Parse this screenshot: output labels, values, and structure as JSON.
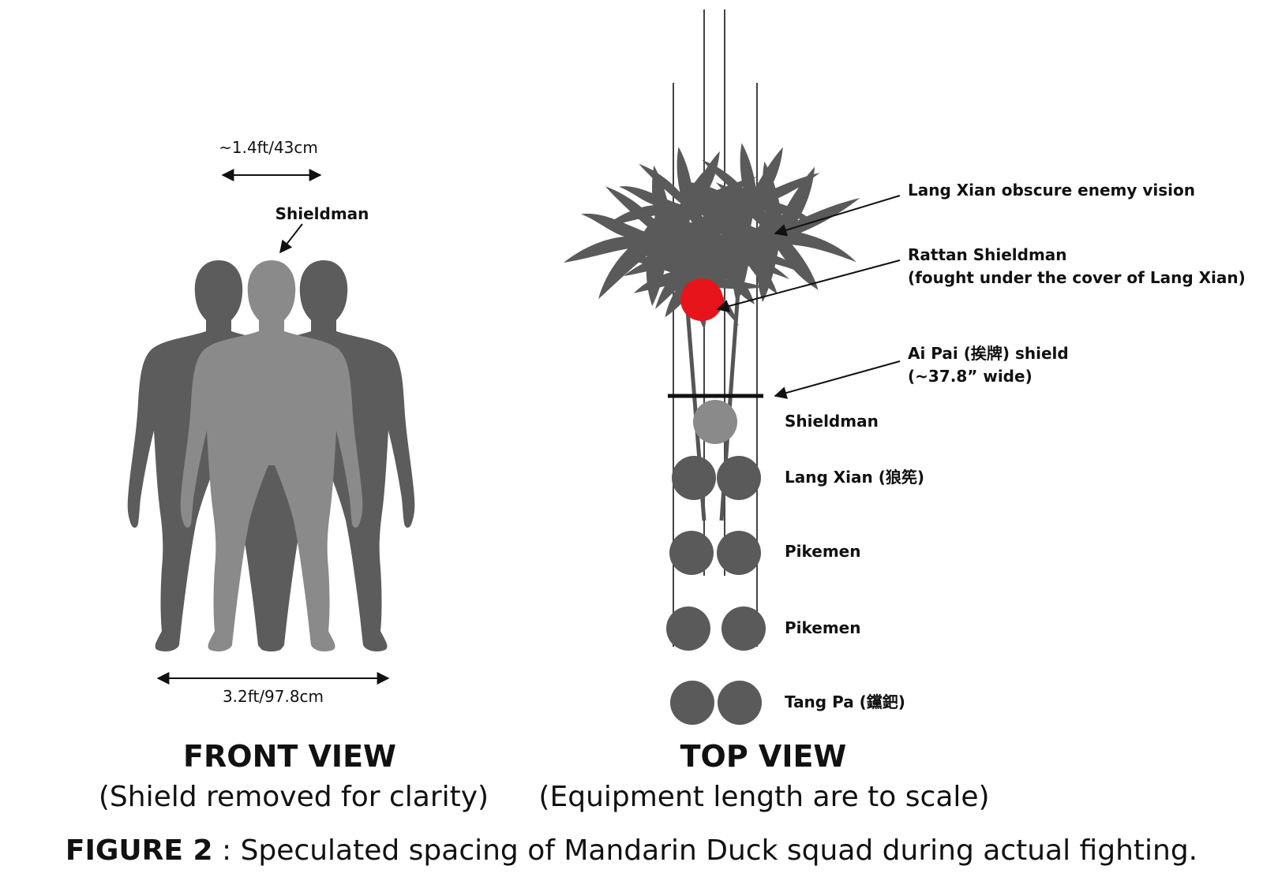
{
  "front_view": {
    "width_top_label": "~1.4ft/43cm",
    "shieldman_label": "Shieldman",
    "width_bottom_label": "3.2ft/97.8cm",
    "title": "FRONT VIEW",
    "subtitle": "(Shield removed for clarity)"
  },
  "top_view": {
    "annotations": {
      "lang_xian_obscure": "Lang Xian obscure enemy vision",
      "rattan_line1": "Rattan Shieldman",
      "rattan_line2": "(fought under the cover of Lang Xian)",
      "ai_pai_line1": "Ai Pai (挨牌) shield",
      "ai_pai_line2": "(~37.8” wide)"
    },
    "rows": [
      {
        "label": "Shieldman"
      },
      {
        "label": "Lang Xian (狼筅)"
      },
      {
        "label": "Pikemen"
      },
      {
        "label": "Pikemen"
      },
      {
        "label": "Tang Pa (钂鈀)"
      }
    ],
    "title": "TOP VIEW",
    "subtitle": "(Equipment length are to scale)"
  },
  "caption": {
    "prefix": "FIGURE 2",
    "text": " : Speculated spacing of Mandarin Duck squad during actual fighting."
  },
  "colors": {
    "figure_dark": "#5c5c5c",
    "figure_light": "#8a8a8a",
    "rattan_red": "#e8141b",
    "shield_black": "#111111"
  }
}
